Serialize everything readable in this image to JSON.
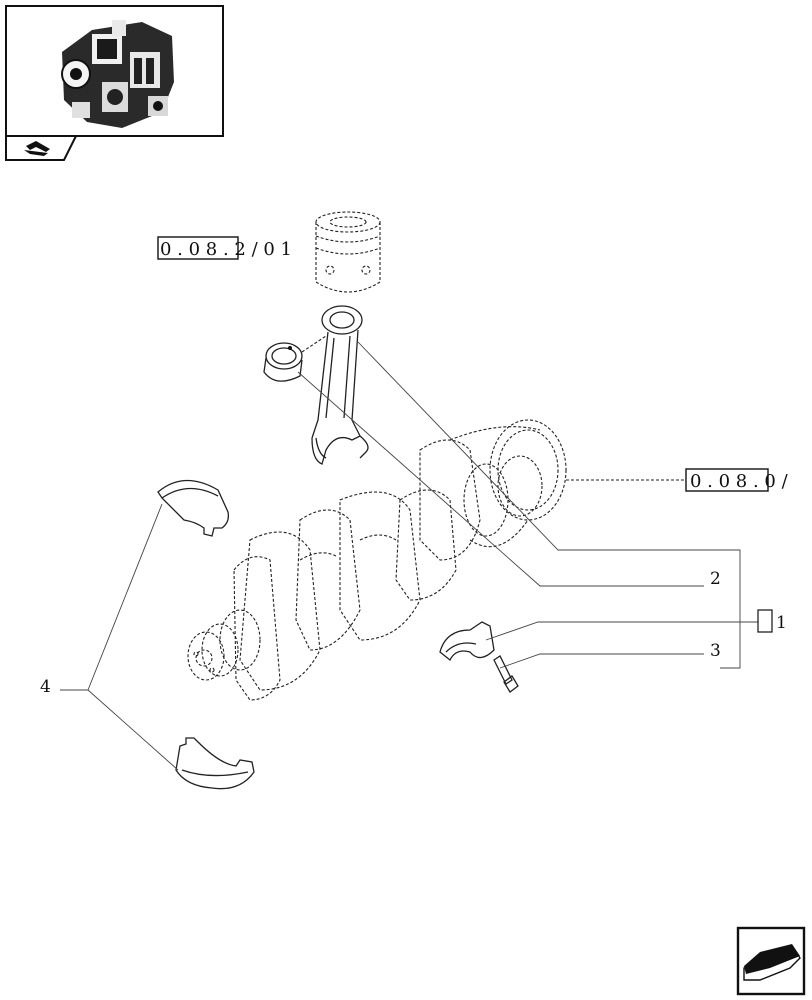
{
  "refs": {
    "piston_ref": "0 . 0 8 . 2 / 0 1",
    "flywheel_ref": "0 . 0 8 . 0 /"
  },
  "callouts": {
    "c1": "1",
    "c2": "2",
    "c3": "3",
    "c4": "4"
  },
  "icons": {
    "thumbnail": "engine-thumbnail-icon",
    "nav_back": "back-arrow-icon",
    "nav_next": "next-page-arrow-icon"
  }
}
